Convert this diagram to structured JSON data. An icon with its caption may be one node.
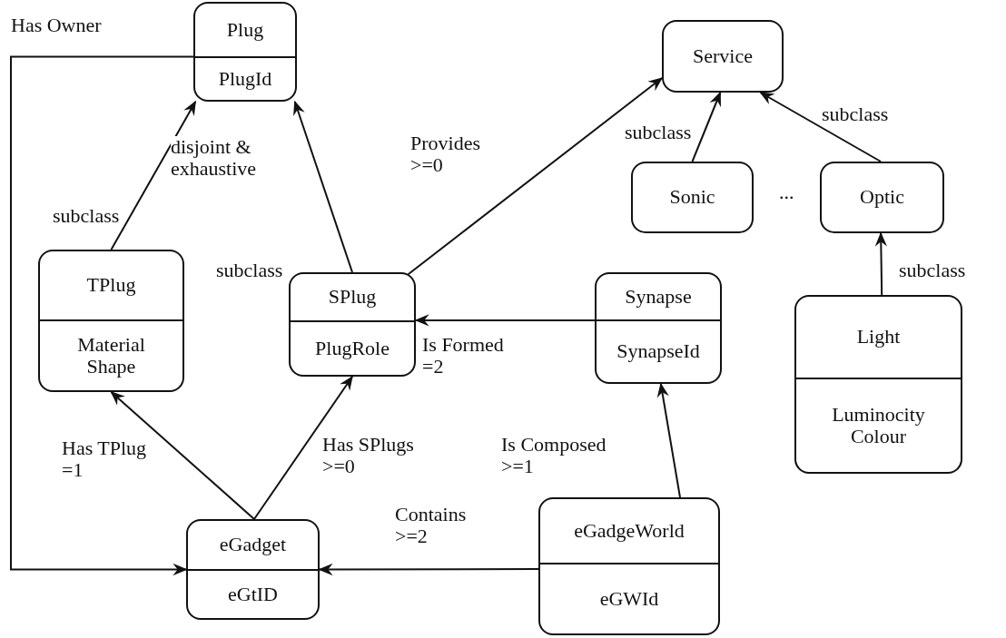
{
  "diagram": {
    "nodes": [
      {
        "text": [
          "Plug",
          "PlugId"
        ]
      },
      {
        "text": [
          "Service"
        ]
      },
      {
        "text": [
          "Sonic"
        ]
      },
      {
        "text": [
          "Optic"
        ]
      },
      {
        "text": [
          "TPlug",
          "Material Shape"
        ]
      },
      {
        "text": [
          "SPlug",
          "PlugRole"
        ]
      },
      {
        "text": [
          "Synapse",
          "SynapseId"
        ]
      },
      {
        "text": [
          "Light",
          "Luminocity Colour"
        ]
      },
      {
        "text": [
          "eGadget",
          "eGtID"
        ]
      },
      {
        "text": [
          "eGadgeWorld",
          "eGWId"
        ]
      }
    ],
    "edges": [
      {
        "from": 4,
        "to": 0,
        "arrow": "to",
        "label": "subclass"
      },
      {
        "from": 5,
        "to": 0,
        "arrow": "to",
        "label": "subclass"
      },
      {
        "from": 5,
        "to": 1,
        "arrow": "to",
        "label": "Provides >=0"
      },
      {
        "from": 2,
        "to": 1,
        "arrow": "to",
        "label": "subclass"
      },
      {
        "from": 3,
        "to": 1,
        "arrow": "to",
        "label": "subclass"
      },
      {
        "from": 7,
        "to": 3,
        "arrow": "to",
        "label": "subclass"
      },
      {
        "from": 6,
        "to": 5,
        "arrow": "to",
        "label": "Is Formed =2"
      },
      {
        "from": 8,
        "to": 4,
        "arrow": "to",
        "label": "Has TPlug =1"
      },
      {
        "from": 8,
        "to": 5,
        "arrow": "to",
        "label": "Has SPlugs >=0"
      },
      {
        "from": 9,
        "to": 6,
        "arrow": "to",
        "label": "Is Composed >=1"
      },
      {
        "from": 9,
        "to": 8,
        "arrow": "to",
        "label": "Contains >=2"
      },
      {
        "from": 0,
        "to": 8,
        "arrow": "to",
        "label": "Has Owner"
      }
    ],
    "labels": [
      "disjoint & exhaustive",
      "..."
    ]
  }
}
